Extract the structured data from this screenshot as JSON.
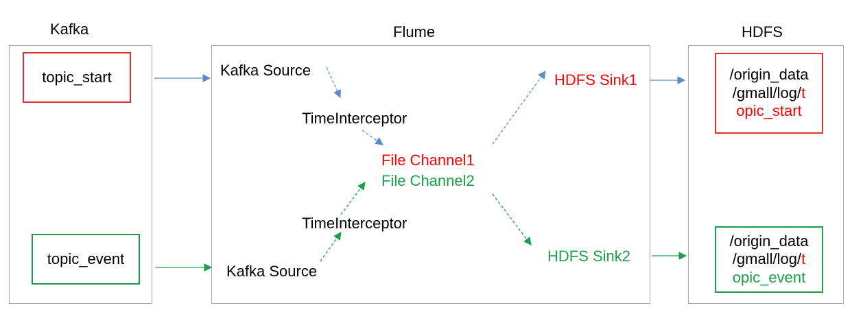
{
  "kafka": {
    "title": "Kafka",
    "topic_start": "topic_start",
    "topic_event": "topic_event"
  },
  "flume": {
    "title": "Flume",
    "source_top": "Kafka Source",
    "interceptor_top": "TimeInterceptor",
    "channel1": "File Channel1",
    "channel2": "File Channel2",
    "interceptor_bottom": "TimeInterceptor",
    "source_bottom": "Kafka Source",
    "sink1": "HDFS Sink1",
    "sink2": "HDFS Sink2"
  },
  "hdfs": {
    "title": "HDFS",
    "start_path_line1": "/origin_data",
    "start_path_line2_prefix": "/gmall/log/",
    "start_path_line2_suffix": "t",
    "start_path_line3": "opic_start",
    "event_path_line1": "/origin_data",
    "event_path_line2_prefix": "/gmall/log/",
    "event_path_line2_suffix": "t",
    "event_path_line3": "opic_event"
  },
  "colors": {
    "blue_arrow": "#5b8cc8",
    "green_arrow": "#1aa04a",
    "red_text": "#ff0000",
    "green_text": "#1aa04a",
    "panel_border": "#a6a6a6"
  }
}
